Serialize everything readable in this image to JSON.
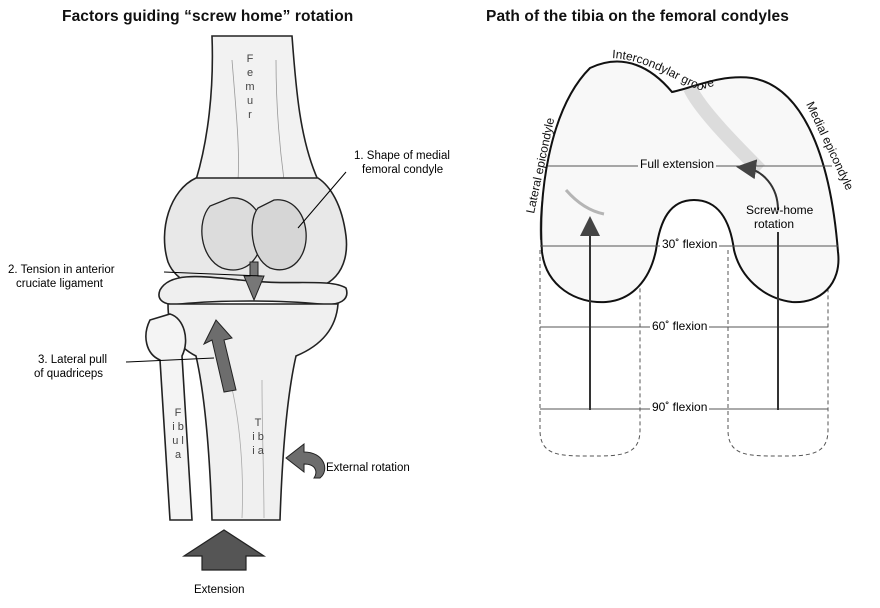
{
  "left_panel": {
    "title": "Factors guiding “screw home” rotation",
    "femur_text": "F e m u r",
    "fibula_text": "F i b u l a",
    "tibia_text": "T i b i a",
    "label_1_line1": "1. Shape of medial",
    "label_1_line2": "femoral condyle",
    "label_2_line1": "2. Tension in anterior",
    "label_2_line2": "cruciate ligament",
    "label_3_line1": "3. Lateral pull",
    "label_3_line2": "of quadriceps",
    "external_rotation": "External rotation",
    "extension": "Extension"
  },
  "right_panel": {
    "title": "Path of the tibia on the femoral condyles",
    "intercondylar_groove": "Intercondylar groove",
    "lateral_epicondyle": "Lateral epicondyle",
    "medial_epicondyle": "Medial epicondyle",
    "full_extension": "Full extension",
    "screw_home_line1": "Screw-home",
    "screw_home_line2": "rotation",
    "flexion_30": "30˚ flexion",
    "flexion_60": "60˚ flexion",
    "flexion_90": "90˚ flexion"
  }
}
